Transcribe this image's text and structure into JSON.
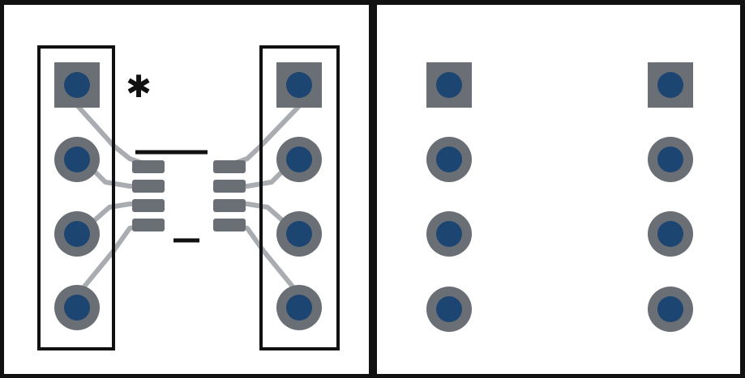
{
  "panels": [
    {
      "id": "top-side",
      "description_visible": ""
    },
    {
      "id": "bottom-side",
      "description_visible": ""
    }
  ],
  "left_panel": {
    "pin1_marker": "✱",
    "pads_per_header": 4,
    "ic_pins_per_side": 4
  },
  "right_panel": {
    "pads_per_header": 4
  },
  "colors": {
    "panel_border": "#111111",
    "pad_gray": "#6a6e75",
    "via_blue": "#1d4571",
    "trace_gray": "#a9acb0",
    "ic_pad": "#6a6e75",
    "silkscreen": "#111111"
  }
}
